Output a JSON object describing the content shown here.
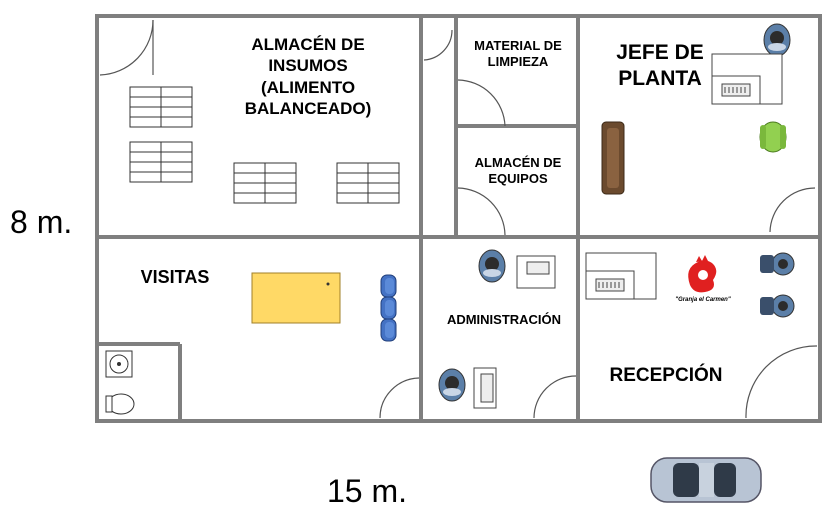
{
  "dimensions": {
    "height": "8 m.",
    "width": "15 m."
  },
  "rooms": {
    "storage_feed": "ALMACÉN DE\nINSUMOS\n(ALIMENTO\nBALANCEADO)",
    "cleaning": "MATERIAL DE\nLIMPIEZA",
    "plant_manager": "JEFE DE\nPLANTA",
    "equipment": "ALMACÉN DE\nEQUIPOS",
    "visits": "VISITAS",
    "administration": "ADMINISTRACIÓN",
    "reception": "RECEPCIÓN"
  },
  "logo_text": "\"Granja el Carmen\"",
  "colors": {
    "wall": "#7f7f7f",
    "table_yellow": "#ffd966",
    "chair_blue": "#4472c4",
    "chair_green": "#92d050",
    "sofa_brown": "#6b4a2e",
    "logo_red": "#e02020",
    "car_body": "#b8c4d4"
  }
}
